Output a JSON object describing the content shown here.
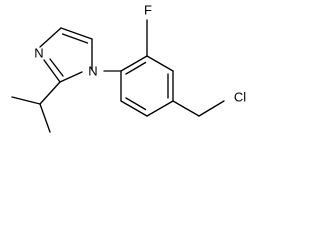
{
  "molecule": {
    "atoms": {
      "n_top": "N",
      "n_bottom": "N",
      "fluorine": "F",
      "chlorine": "Cl"
    }
  },
  "colors": {
    "bond": "#000000",
    "label": "#000000",
    "background": "#ffffff"
  }
}
